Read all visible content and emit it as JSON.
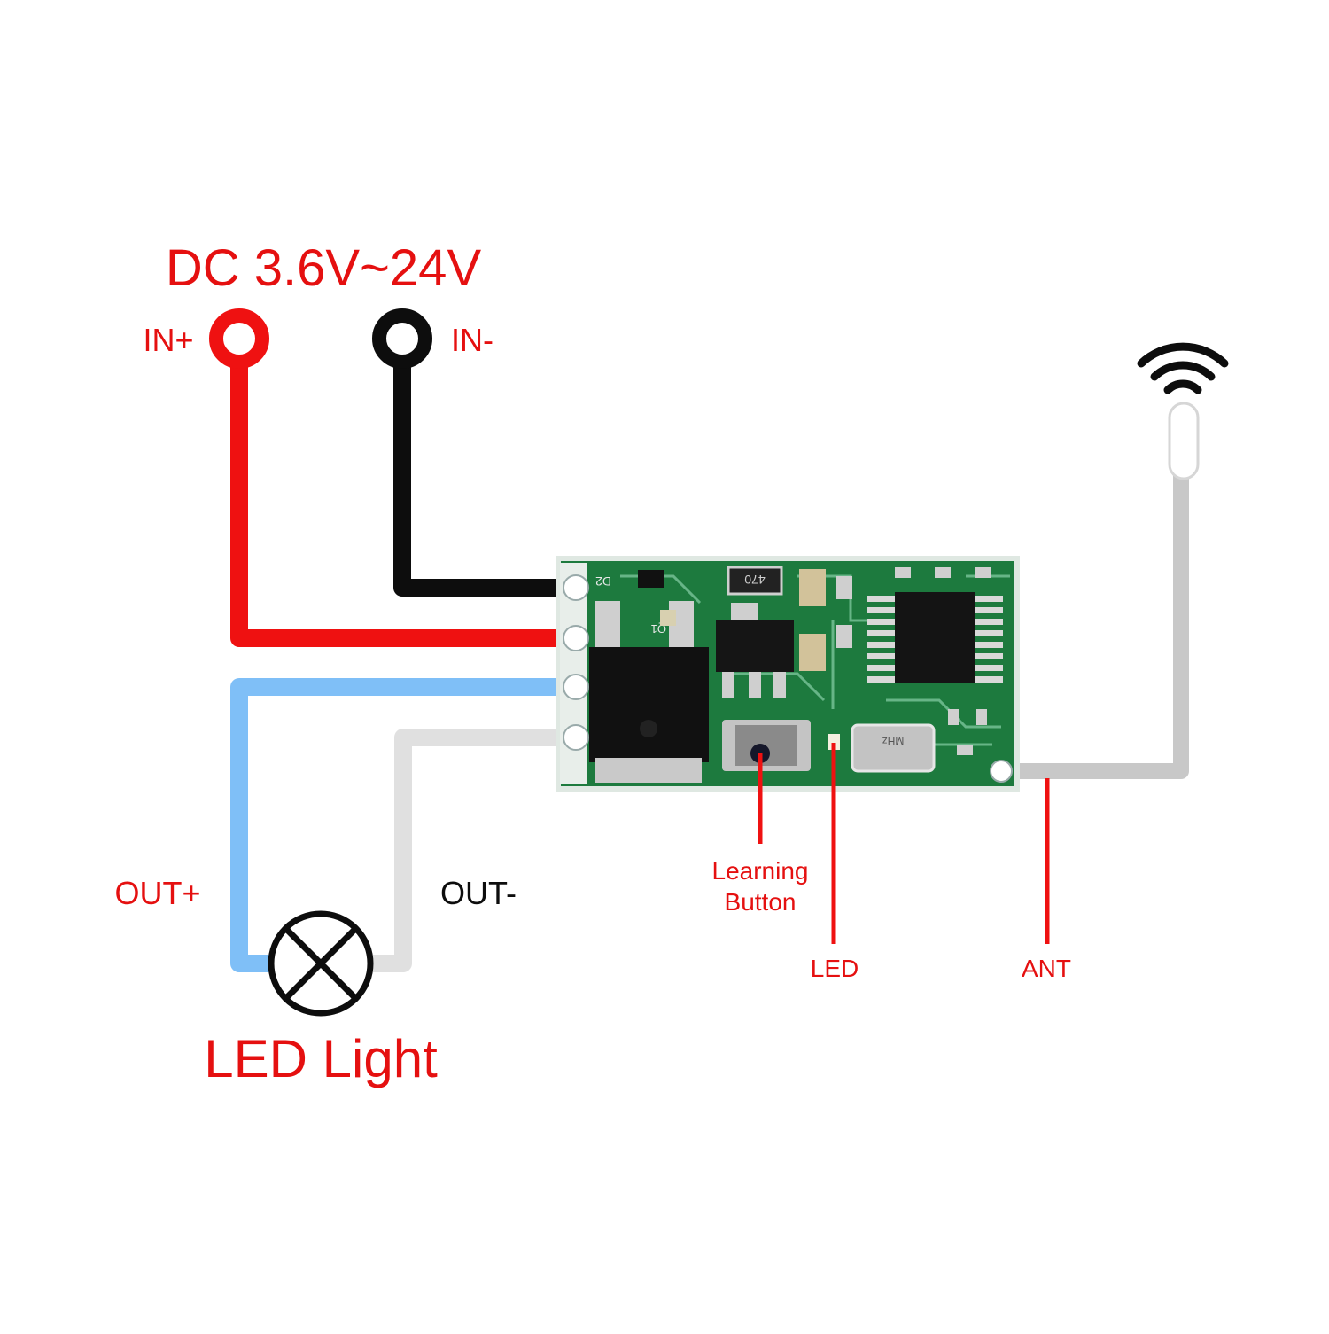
{
  "title": "DC 3.6V~24V",
  "labels": {
    "in_plus": "IN+",
    "in_minus": "IN-",
    "out_plus": "OUT+",
    "out_minus": "OUT-",
    "load": "LED Light",
    "learning_button_line1": "Learning",
    "learning_button_line2": "Button",
    "led": "LED",
    "ant": "ANT"
  },
  "board_silkscreen": {
    "resistor": "470",
    "d2": "D2",
    "q1": "Q1",
    "crystal": "MHz"
  },
  "colors": {
    "red": "#ef1111",
    "black": "#0d0d0d",
    "blue": "#7fbff7",
    "light_gray": "#e0e0e0",
    "antenna_gray": "#c8c8c8",
    "pcb_green": "#1d7a3e",
    "label_red": "#e51010"
  },
  "icons": [
    "wifi-icon",
    "lamp-symbol-icon"
  ]
}
